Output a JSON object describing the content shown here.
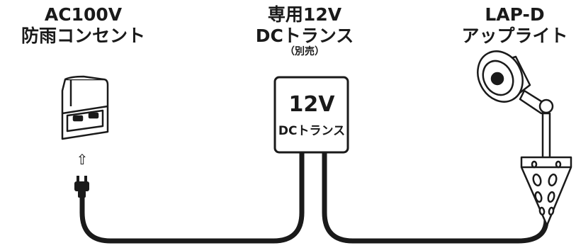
{
  "outlet": {
    "line1": "AC100V",
    "line2": "防雨コンセント"
  },
  "transformer": {
    "line1": "専用12V",
    "line2": "DCトランス",
    "note": "（別売）",
    "box_line1": "12V",
    "box_line2": "DCトランス"
  },
  "light": {
    "line1": "LAP-D",
    "line2": "アップライト"
  },
  "arrow_glyph": "⇧",
  "colors": {
    "line": "#1a1a1a",
    "fill": "#ffffff"
  }
}
